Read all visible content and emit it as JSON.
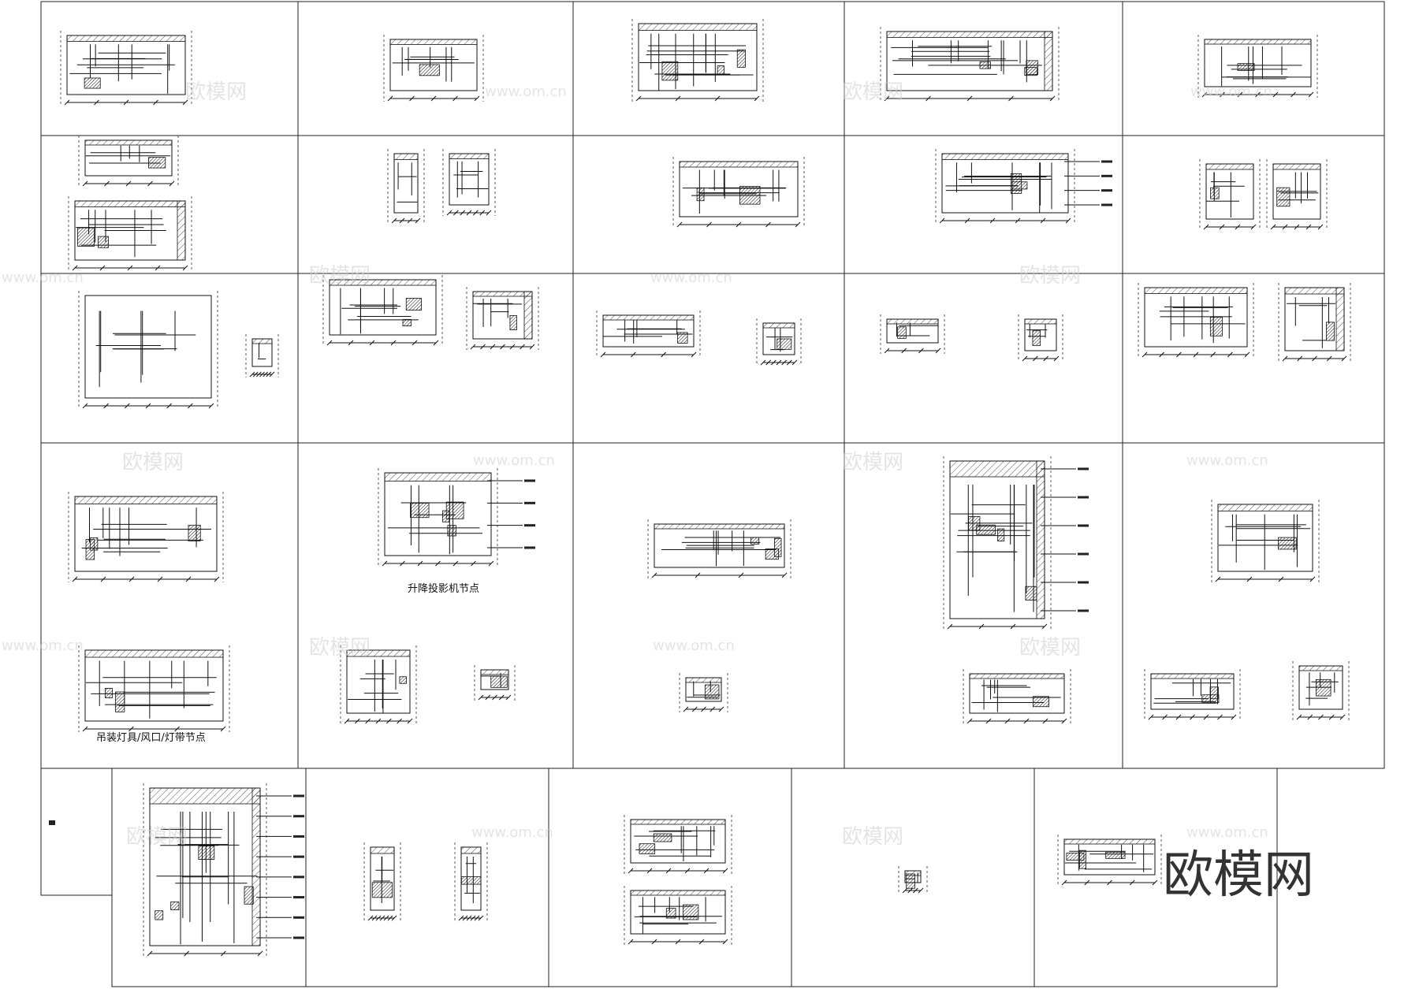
{
  "labels": {
    "projector_node": "升降投影机节点",
    "pendant_light_node": "吊装灯具/风口/灯带节点"
  },
  "watermark": {
    "text": "欧模网",
    "url": "www.om.cn"
  },
  "brand_logo_text": "欧模网",
  "colors": {
    "background": "#ffffff",
    "linework": "#111111",
    "watermark": "#cfcfcf"
  }
}
